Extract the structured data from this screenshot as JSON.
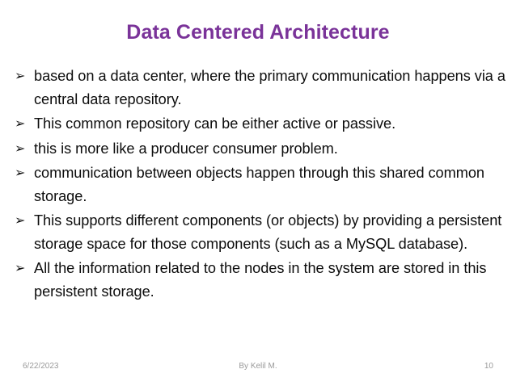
{
  "slide": {
    "title": "Data Centered Architecture",
    "title_color": "#7a3399",
    "background_color": "#ffffff",
    "body_text_color": "#0d0d0d",
    "bullet_glyph": "➢",
    "bullet_icon_name": "arrowhead-bullet-icon",
    "bullets": [
      {
        "marker": "➢",
        "text": " based on a data center, where the primary communication happens via a central data repository."
      },
      {
        "marker": "➢",
        "text": "This common repository can be either active or passive."
      },
      {
        "marker": "➢",
        "text": "this is more like a producer consumer problem."
      },
      {
        "marker": "➢",
        "text": "communication between objects happen through this shared common storage."
      },
      {
        "marker": "➢",
        "text": "This supports different components (or objects) by providing a persistent storage space for those components (such as a MySQL database)."
      },
      {
        "marker": "➢",
        "text": "All the information related to the nodes in the system are stored in this persistent storage."
      }
    ],
    "footer": {
      "date": "6/22/2023",
      "author": "By Kelil M.",
      "page_number": "10",
      "text_color": "#9a9a9a"
    }
  }
}
